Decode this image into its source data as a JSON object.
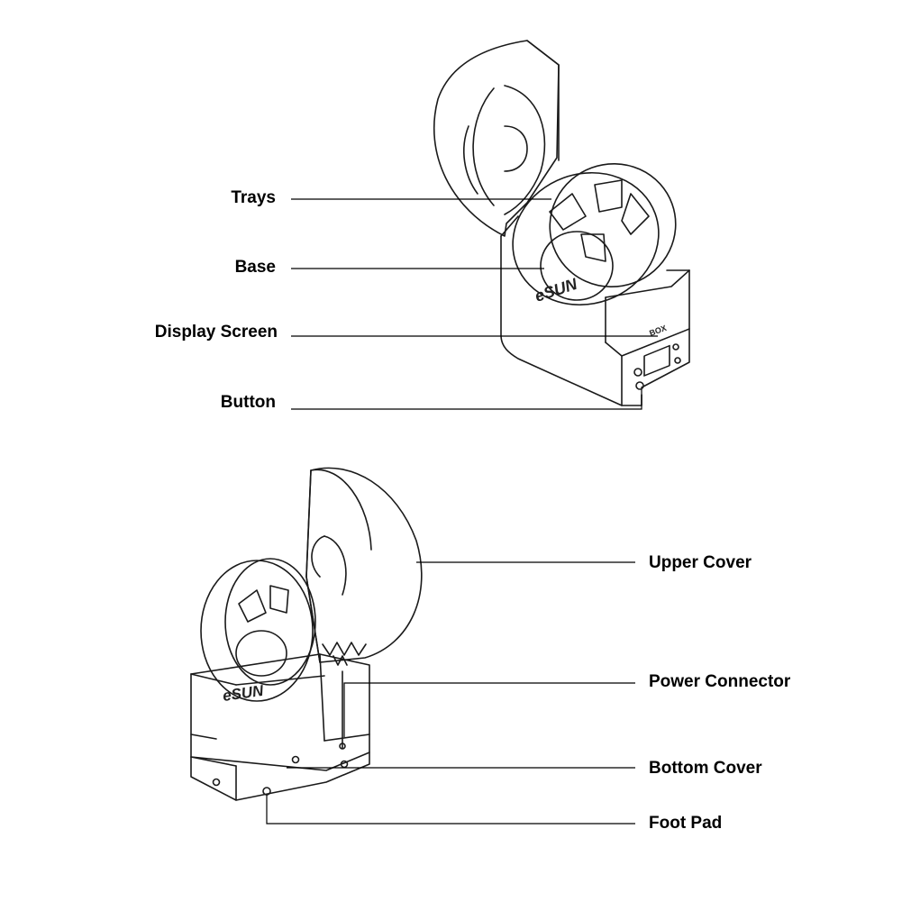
{
  "diagram": {
    "labels": {
      "trays": "Trays",
      "base": "Base",
      "display_screen": "Display Screen",
      "button": "Button",
      "upper_cover": "Upper Cover",
      "power_connector": "Power Connector",
      "bottom_cover": "Bottom Cover",
      "foot_pad": "Foot Pad"
    },
    "brand_logo": "eSUN",
    "box_label": "BOX"
  }
}
